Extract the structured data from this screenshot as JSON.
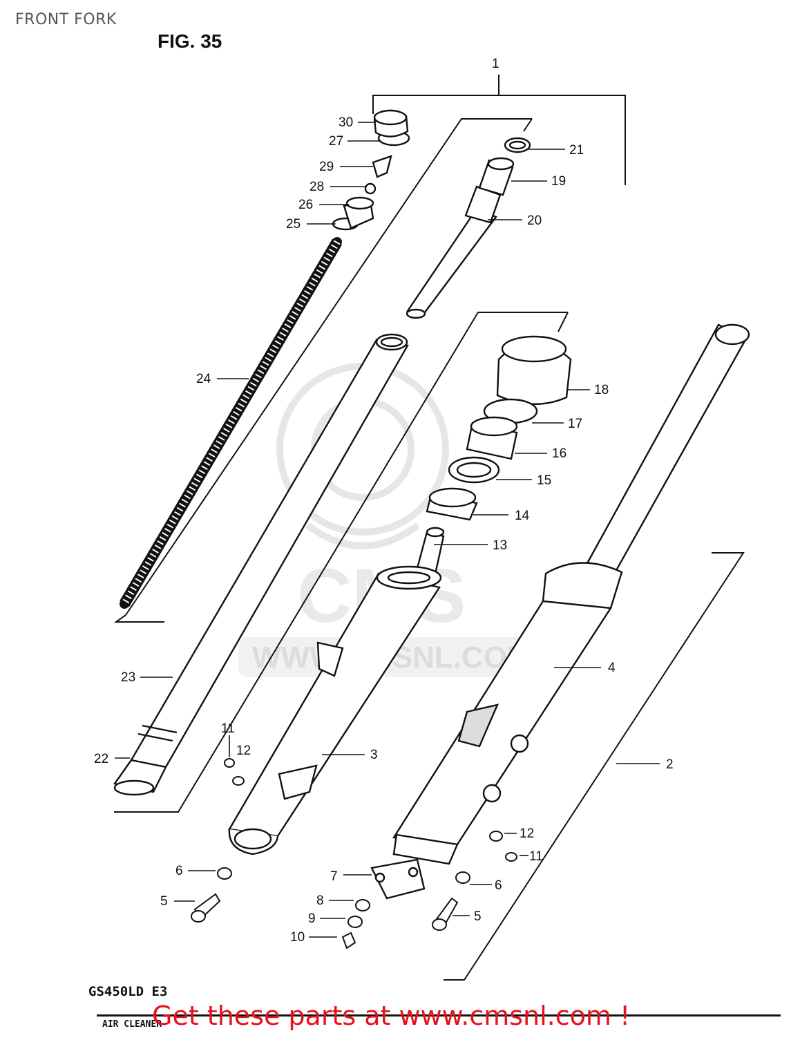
{
  "page_label": "FRONT FORK",
  "figure_title": "FIG. 35",
  "model_label": "GS450LD E3",
  "bottom_strip": {
    "text": "AIR CLEANER"
  },
  "cta": {
    "text": "Get these parts at www.cmsnl.com !",
    "color": "#e8101a"
  },
  "watermark": {
    "brand": "CMS",
    "site": "WWW.CMSNL.COM",
    "color": "#e9e9e9"
  },
  "callouts": [
    "1",
    "2",
    "3",
    "4",
    "5",
    "5",
    "6",
    "6",
    "7",
    "8",
    "9",
    "10",
    "11",
    "11",
    "12",
    "12",
    "13",
    "14",
    "15",
    "16",
    "17",
    "18",
    "19",
    "20",
    "21",
    "22",
    "23",
    "24",
    "25",
    "26",
    "27",
    "28",
    "29",
    "30"
  ]
}
